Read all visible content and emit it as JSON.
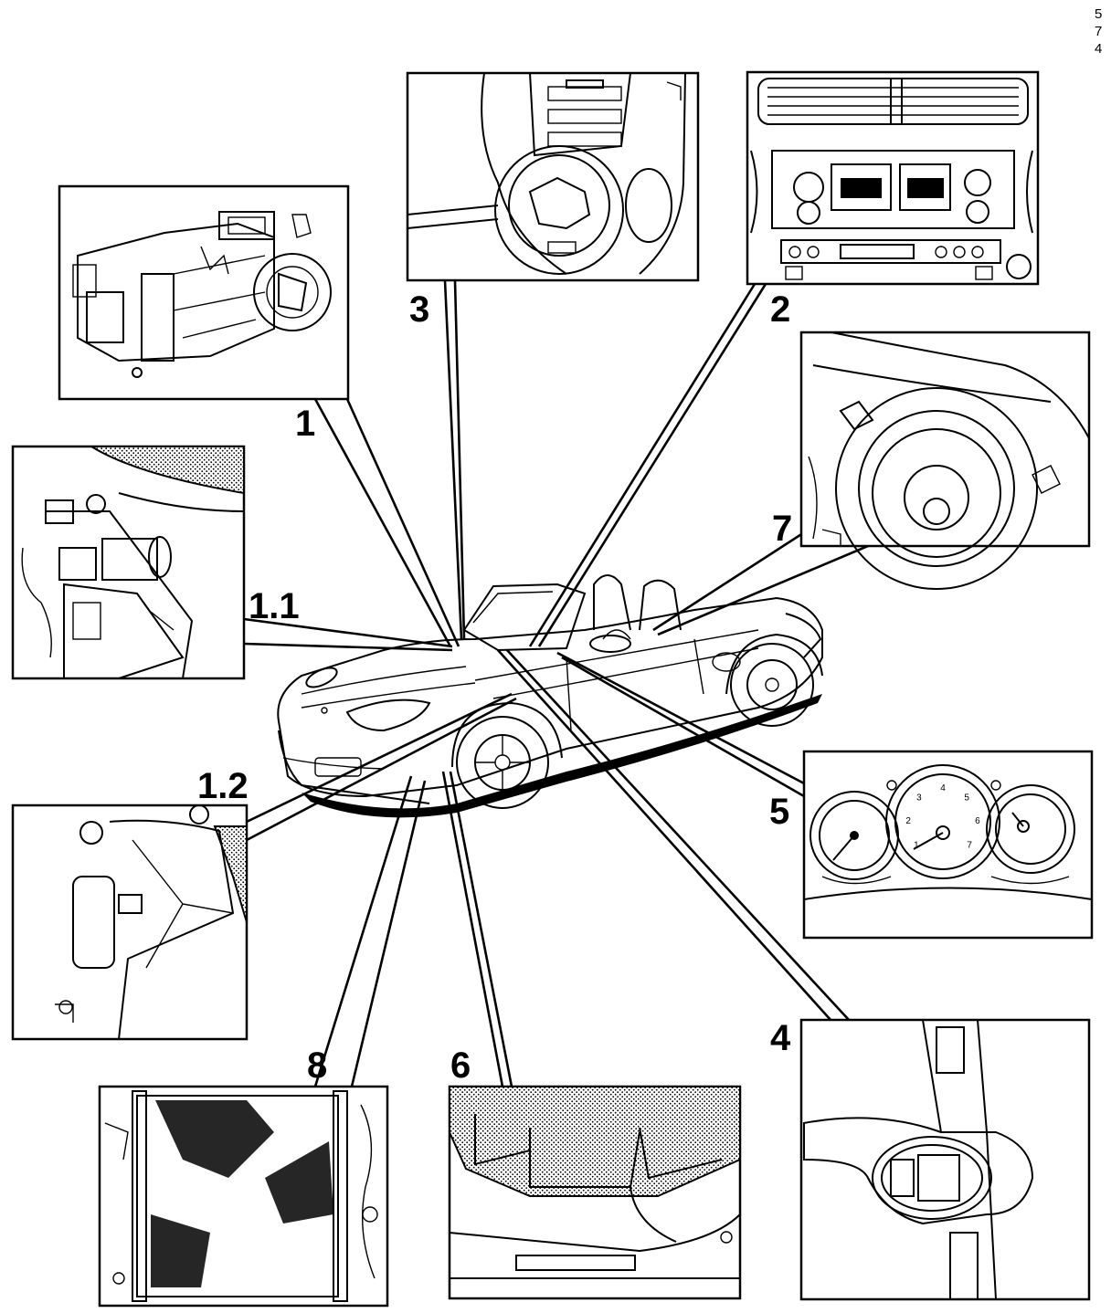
{
  "page_code": [
    "5",
    "7",
    "4"
  ],
  "callouts": {
    "c1": "1",
    "c1_1": "1.1",
    "c1_2": "1.2",
    "c2": "2",
    "c3": "3",
    "c4": "4",
    "c5": "5",
    "c6": "6",
    "c7": "7",
    "c8": "8"
  },
  "gauge_marks": [
    "1",
    "2",
    "3",
    "4",
    "5",
    "6",
    "7"
  ]
}
